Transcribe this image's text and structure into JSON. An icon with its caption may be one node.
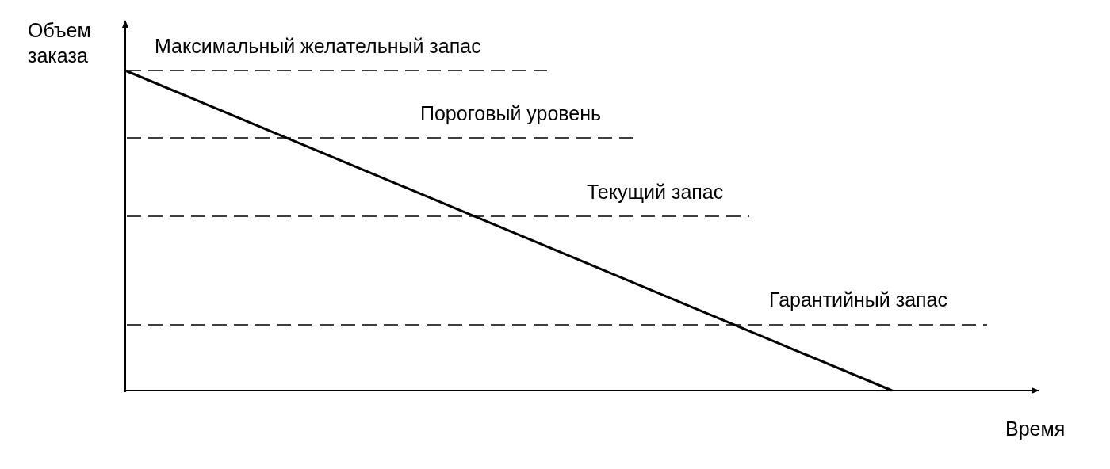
{
  "diagram": {
    "labels": [
      "Объем заказа",
      "Максимальный желательный запас",
      "Пороговый уровень",
      "Текущий запас",
      "Гарантийный запас",
      "Время"
    ]
  }
}
